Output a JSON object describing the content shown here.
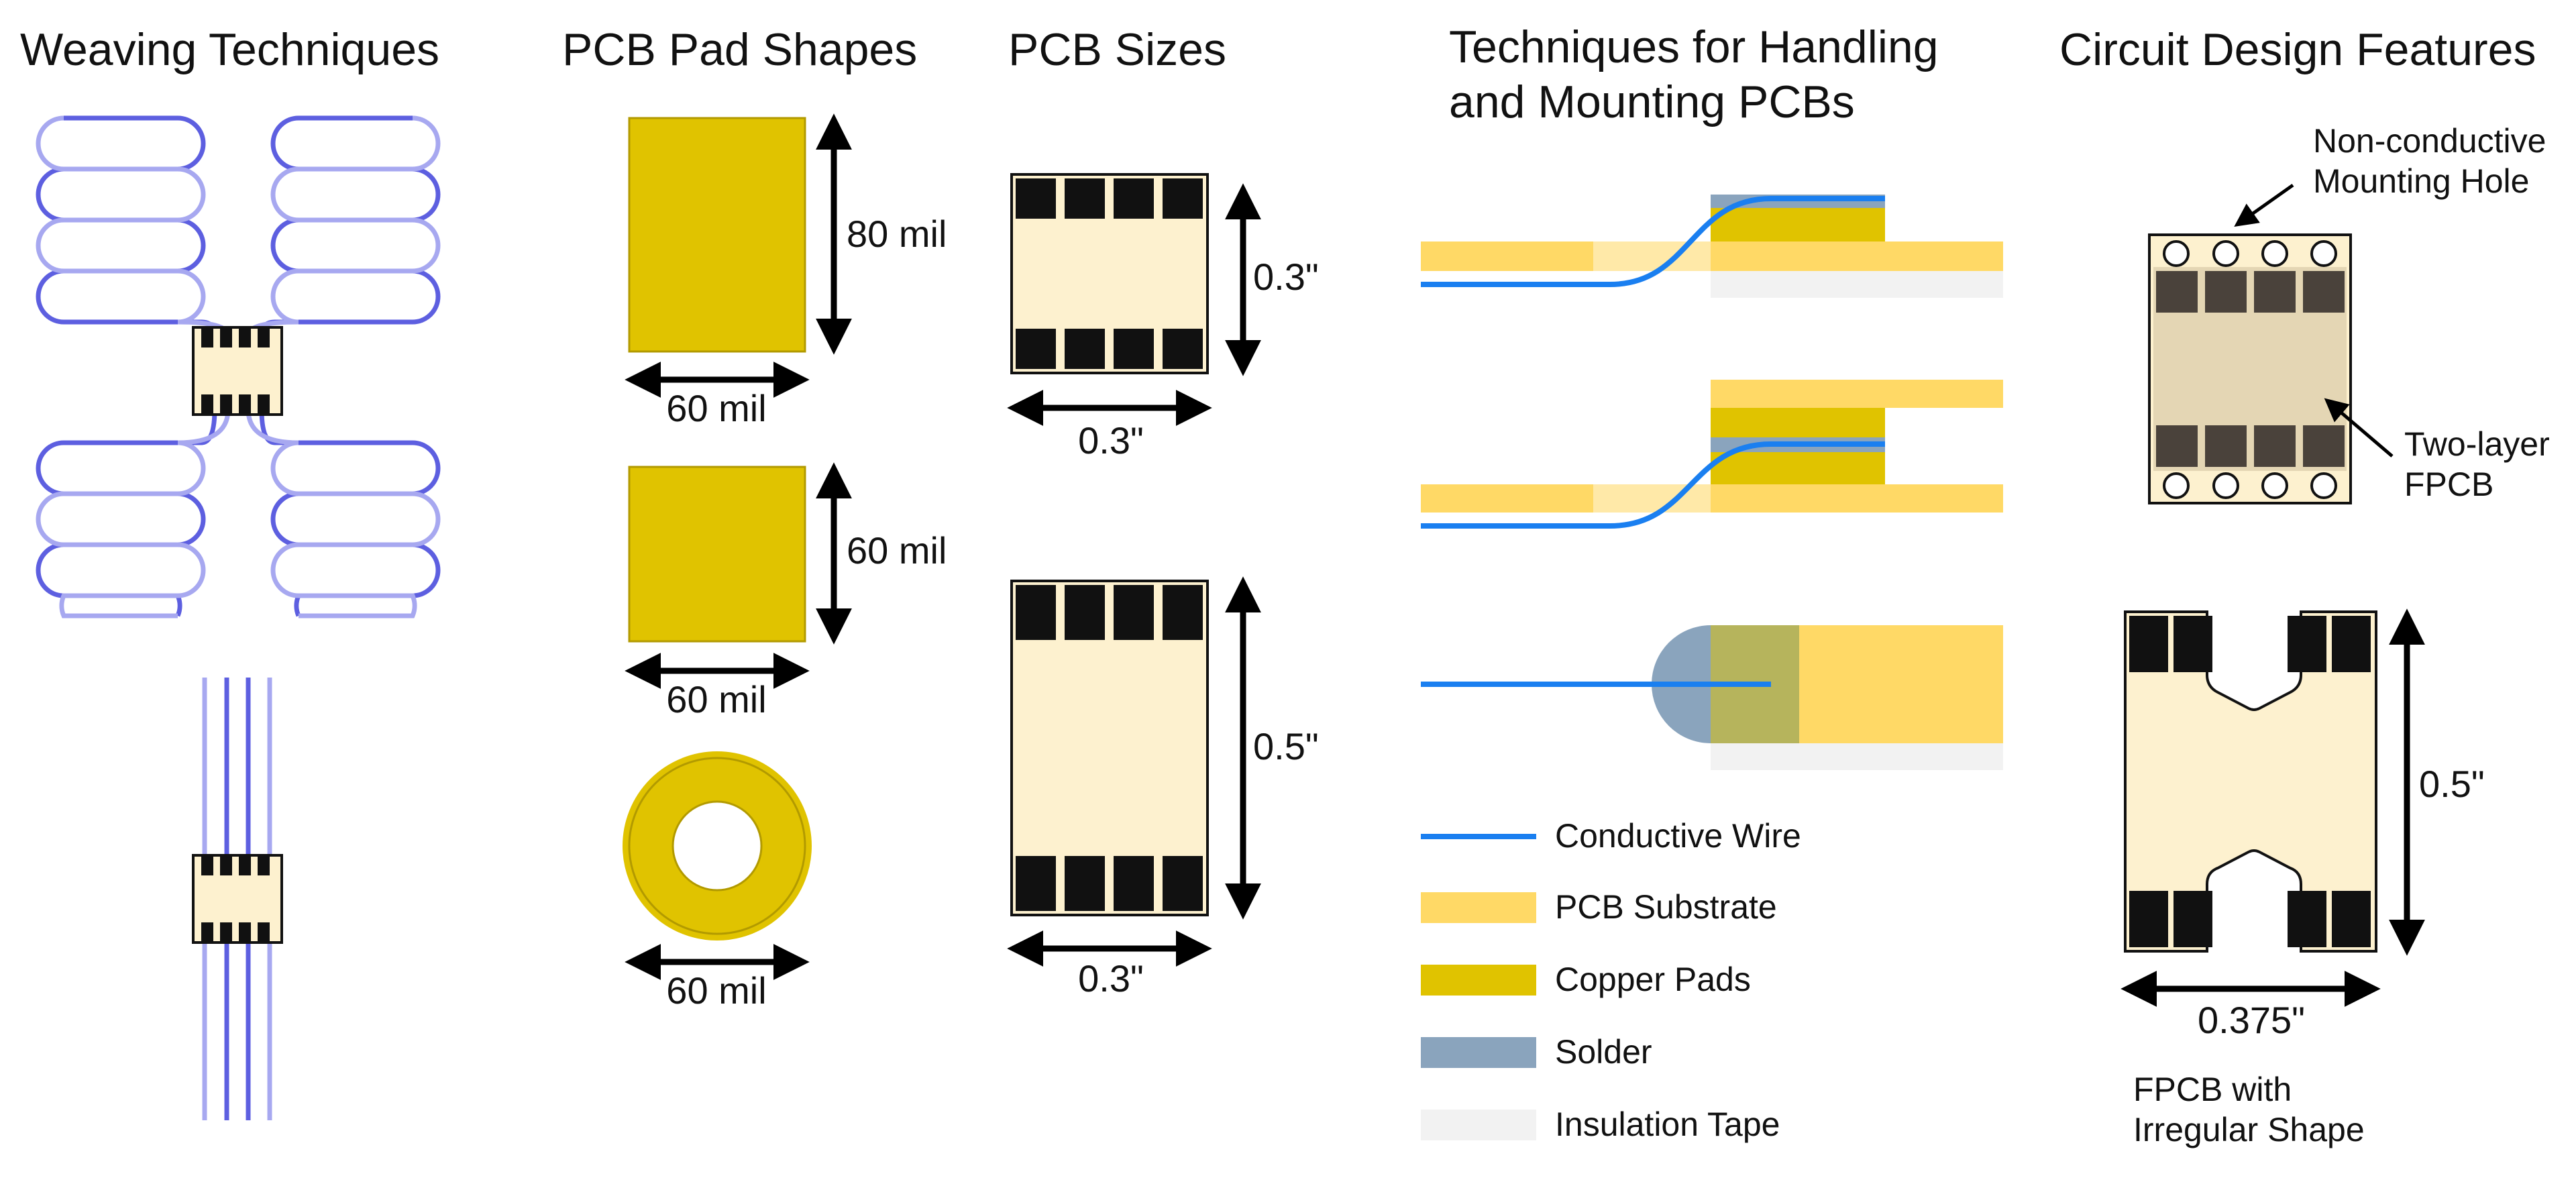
{
  "titles": {
    "weaving": "Weaving Techniques",
    "pad_shapes": "PCB Pad Shapes",
    "pcb_sizes": "PCB Sizes",
    "handling_line1": "Techniques for Handling",
    "handling_line2": "and Mounting PCBs",
    "circuit_features": "Circuit Design Features"
  },
  "pad_shapes": {
    "rect_height": "80 mil",
    "rect_width": "60 mil",
    "square_height": "60 mil",
    "square_width": "60 mil",
    "ring_width": "60 mil"
  },
  "pcb_sizes": {
    "small_height": "0.3\"",
    "small_width": "0.3\"",
    "large_height": "0.5\"",
    "large_width": "0.3\""
  },
  "legend": [
    {
      "label": "Conductive Wire",
      "color": "#1a7ff0"
    },
    {
      "label": "PCB Substrate",
      "color": "#ffd966"
    },
    {
      "label": "Copper Pads",
      "color": "#e0c300"
    },
    {
      "label": "Solder",
      "color": "#8aa4bd"
    },
    {
      "label": "Insulation Tape",
      "color": "#f2f2f2"
    }
  ],
  "circuit_features": {
    "mounting_hole_line1": "Non-conductive",
    "mounting_hole_line2": "Mounting Hole",
    "two_layer_line1": "Two-layer",
    "two_layer_line2": "FPCB",
    "irregular_height": "0.5\"",
    "irregular_width": "0.375\"",
    "irregular_caption_line1": "FPCB with",
    "irregular_caption_line2": "Irregular Shape"
  },
  "colors": {
    "wire_dark": "#5d5fe0",
    "wire_light": "#a7a8f0",
    "chip_body": "#fdf1cf",
    "copper": "#e0c300",
    "substrate": "#ffd966",
    "substrate_light": "#ffe9a8",
    "board_tan": "#e4d6b4",
    "pad_dark": "#4a423b"
  }
}
